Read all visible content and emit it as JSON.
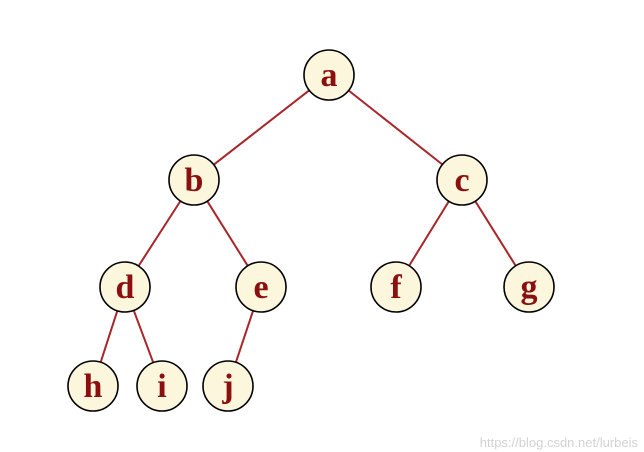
{
  "colors": {
    "node_fill": "#fbf6dc",
    "node_stroke": "#000000",
    "label": "#8b0f0f",
    "edge": "#a8262a"
  },
  "tree": {
    "nodes": [
      {
        "id": "a",
        "label": "a"
      },
      {
        "id": "b",
        "label": "b"
      },
      {
        "id": "c",
        "label": "c"
      },
      {
        "id": "d",
        "label": "d"
      },
      {
        "id": "e",
        "label": "e"
      },
      {
        "id": "f",
        "label": "f"
      },
      {
        "id": "g",
        "label": "g"
      },
      {
        "id": "h",
        "label": "h"
      },
      {
        "id": "i",
        "label": "i"
      },
      {
        "id": "j",
        "label": "j"
      }
    ],
    "edges": [
      {
        "from": "a",
        "to": "b"
      },
      {
        "from": "a",
        "to": "c"
      },
      {
        "from": "b",
        "to": "d"
      },
      {
        "from": "b",
        "to": "e"
      },
      {
        "from": "c",
        "to": "f"
      },
      {
        "from": "c",
        "to": "g"
      },
      {
        "from": "d",
        "to": "h"
      },
      {
        "from": "d",
        "to": "i"
      },
      {
        "from": "e",
        "to": "j"
      }
    ]
  },
  "watermark": "https://blog.csdn.net/lurbeis"
}
